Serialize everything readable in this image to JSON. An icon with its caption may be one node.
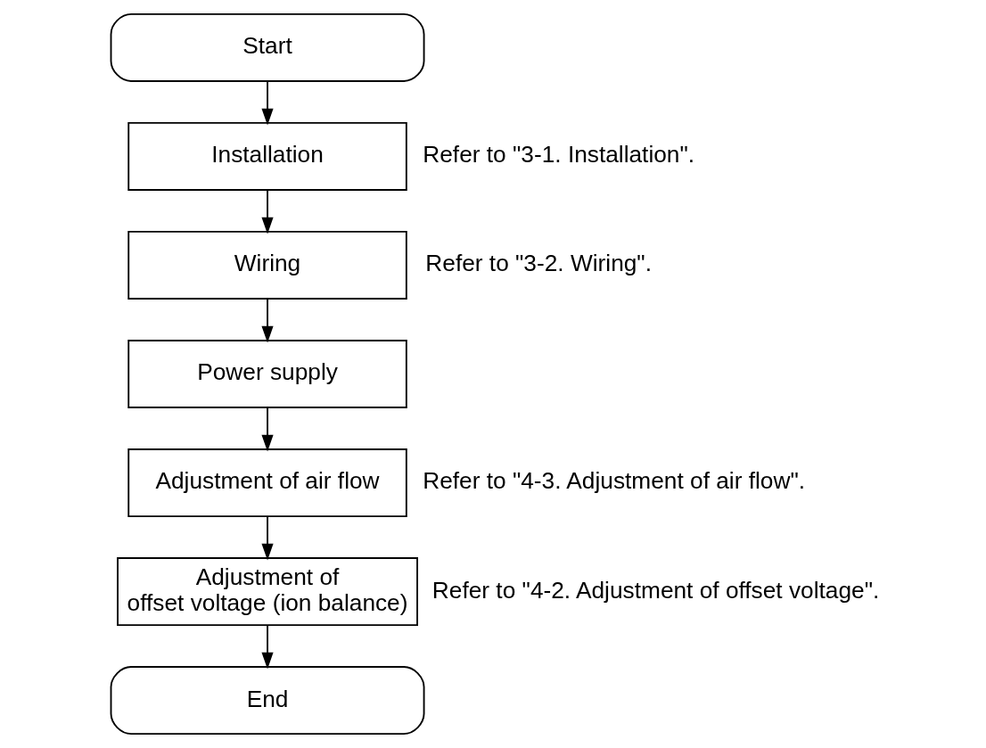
{
  "diagram": {
    "nodes": [
      {
        "text": [
          "Start"
        ]
      },
      {
        "text": [
          "Installation"
        ],
        "beside": [
          "Refer to \"3-1. Installation\"."
        ]
      },
      {
        "text": [
          "Wiring"
        ],
        "beside": [
          "Refer to \"3-2. Wiring\"."
        ]
      },
      {
        "text": [
          "Power supply"
        ]
      },
      {
        "text": [
          "Adjustment of air flow"
        ],
        "beside": [
          "Refer to \"4-3. Adjustment of air flow\"."
        ]
      },
      {
        "text": [
          "Adjustment of offset voltage (ion balance)"
        ],
        "beside": [
          "Refer to \"4-2. Adjustment of offset voltage\"."
        ]
      },
      {
        "text": [
          "End"
        ]
      }
    ],
    "edges": [
      {
        "from": 0,
        "to": 1,
        "arrow": "to"
      },
      {
        "from": 1,
        "to": 2,
        "arrow": "to"
      },
      {
        "from": 2,
        "to": 3,
        "arrow": "to"
      },
      {
        "from": 3,
        "to": 4,
        "arrow": "to"
      },
      {
        "from": 4,
        "to": 5,
        "arrow": "to"
      },
      {
        "from": 5,
        "to": 6,
        "arrow": "to"
      }
    ]
  }
}
